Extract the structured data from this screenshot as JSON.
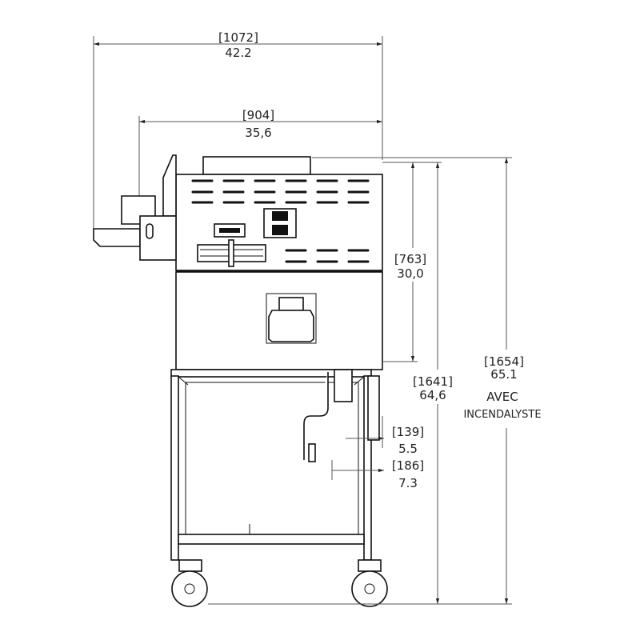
{
  "dimensions": {
    "overall_width": {
      "mm": "[1072]",
      "in": "42.2"
    },
    "oven_width": {
      "mm": "[904]",
      "in": "35,6"
    },
    "oven_height": {
      "mm": "[763]",
      "in": "30,0"
    },
    "total_height": {
      "mm": "[1641]",
      "in": "64,6"
    },
    "total_height_with_catalyst": {
      "mm": "[1654]",
      "in": "65.1",
      "note_line1": "AVEC",
      "note_line2": "INCENDALYSTE"
    },
    "offset_a": {
      "mm": "[139]",
      "in": "5.5"
    },
    "offset_b": {
      "mm": "[186]",
      "in": "7.3"
    }
  }
}
